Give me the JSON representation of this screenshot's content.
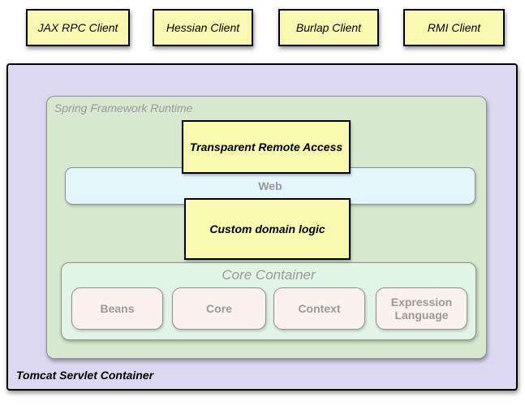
{
  "clients": [
    {
      "label": "JAX RPC Client"
    },
    {
      "label": "Hessian Client"
    },
    {
      "label": "Burlap Client"
    },
    {
      "label": "RMI Client"
    }
  ],
  "tomcat": {
    "label": "Tomcat Servlet Container"
  },
  "spring_runtime": {
    "label": "Spring Framework Runtime"
  },
  "remote_access": {
    "label": "Transparent Remote Access"
  },
  "web": {
    "label": "Web"
  },
  "domain_logic": {
    "label": "Custom domain logic"
  },
  "core_container": {
    "label": "Core Container",
    "modules": [
      "Beans",
      "Core",
      "Context",
      "Expression Language"
    ]
  },
  "colors": {
    "client_box_fill": "#FAF9B2",
    "tomcat_fill": "#DCD8F1",
    "spring_fill": "#D6E8CF",
    "core_fill": "#E2F4E3",
    "web_fill": "#E4F6FB",
    "module_fill": "#FBF2ED",
    "border_dark": "#000000",
    "border_gray": "#8F8F8F",
    "text_gray": "#999999"
  }
}
